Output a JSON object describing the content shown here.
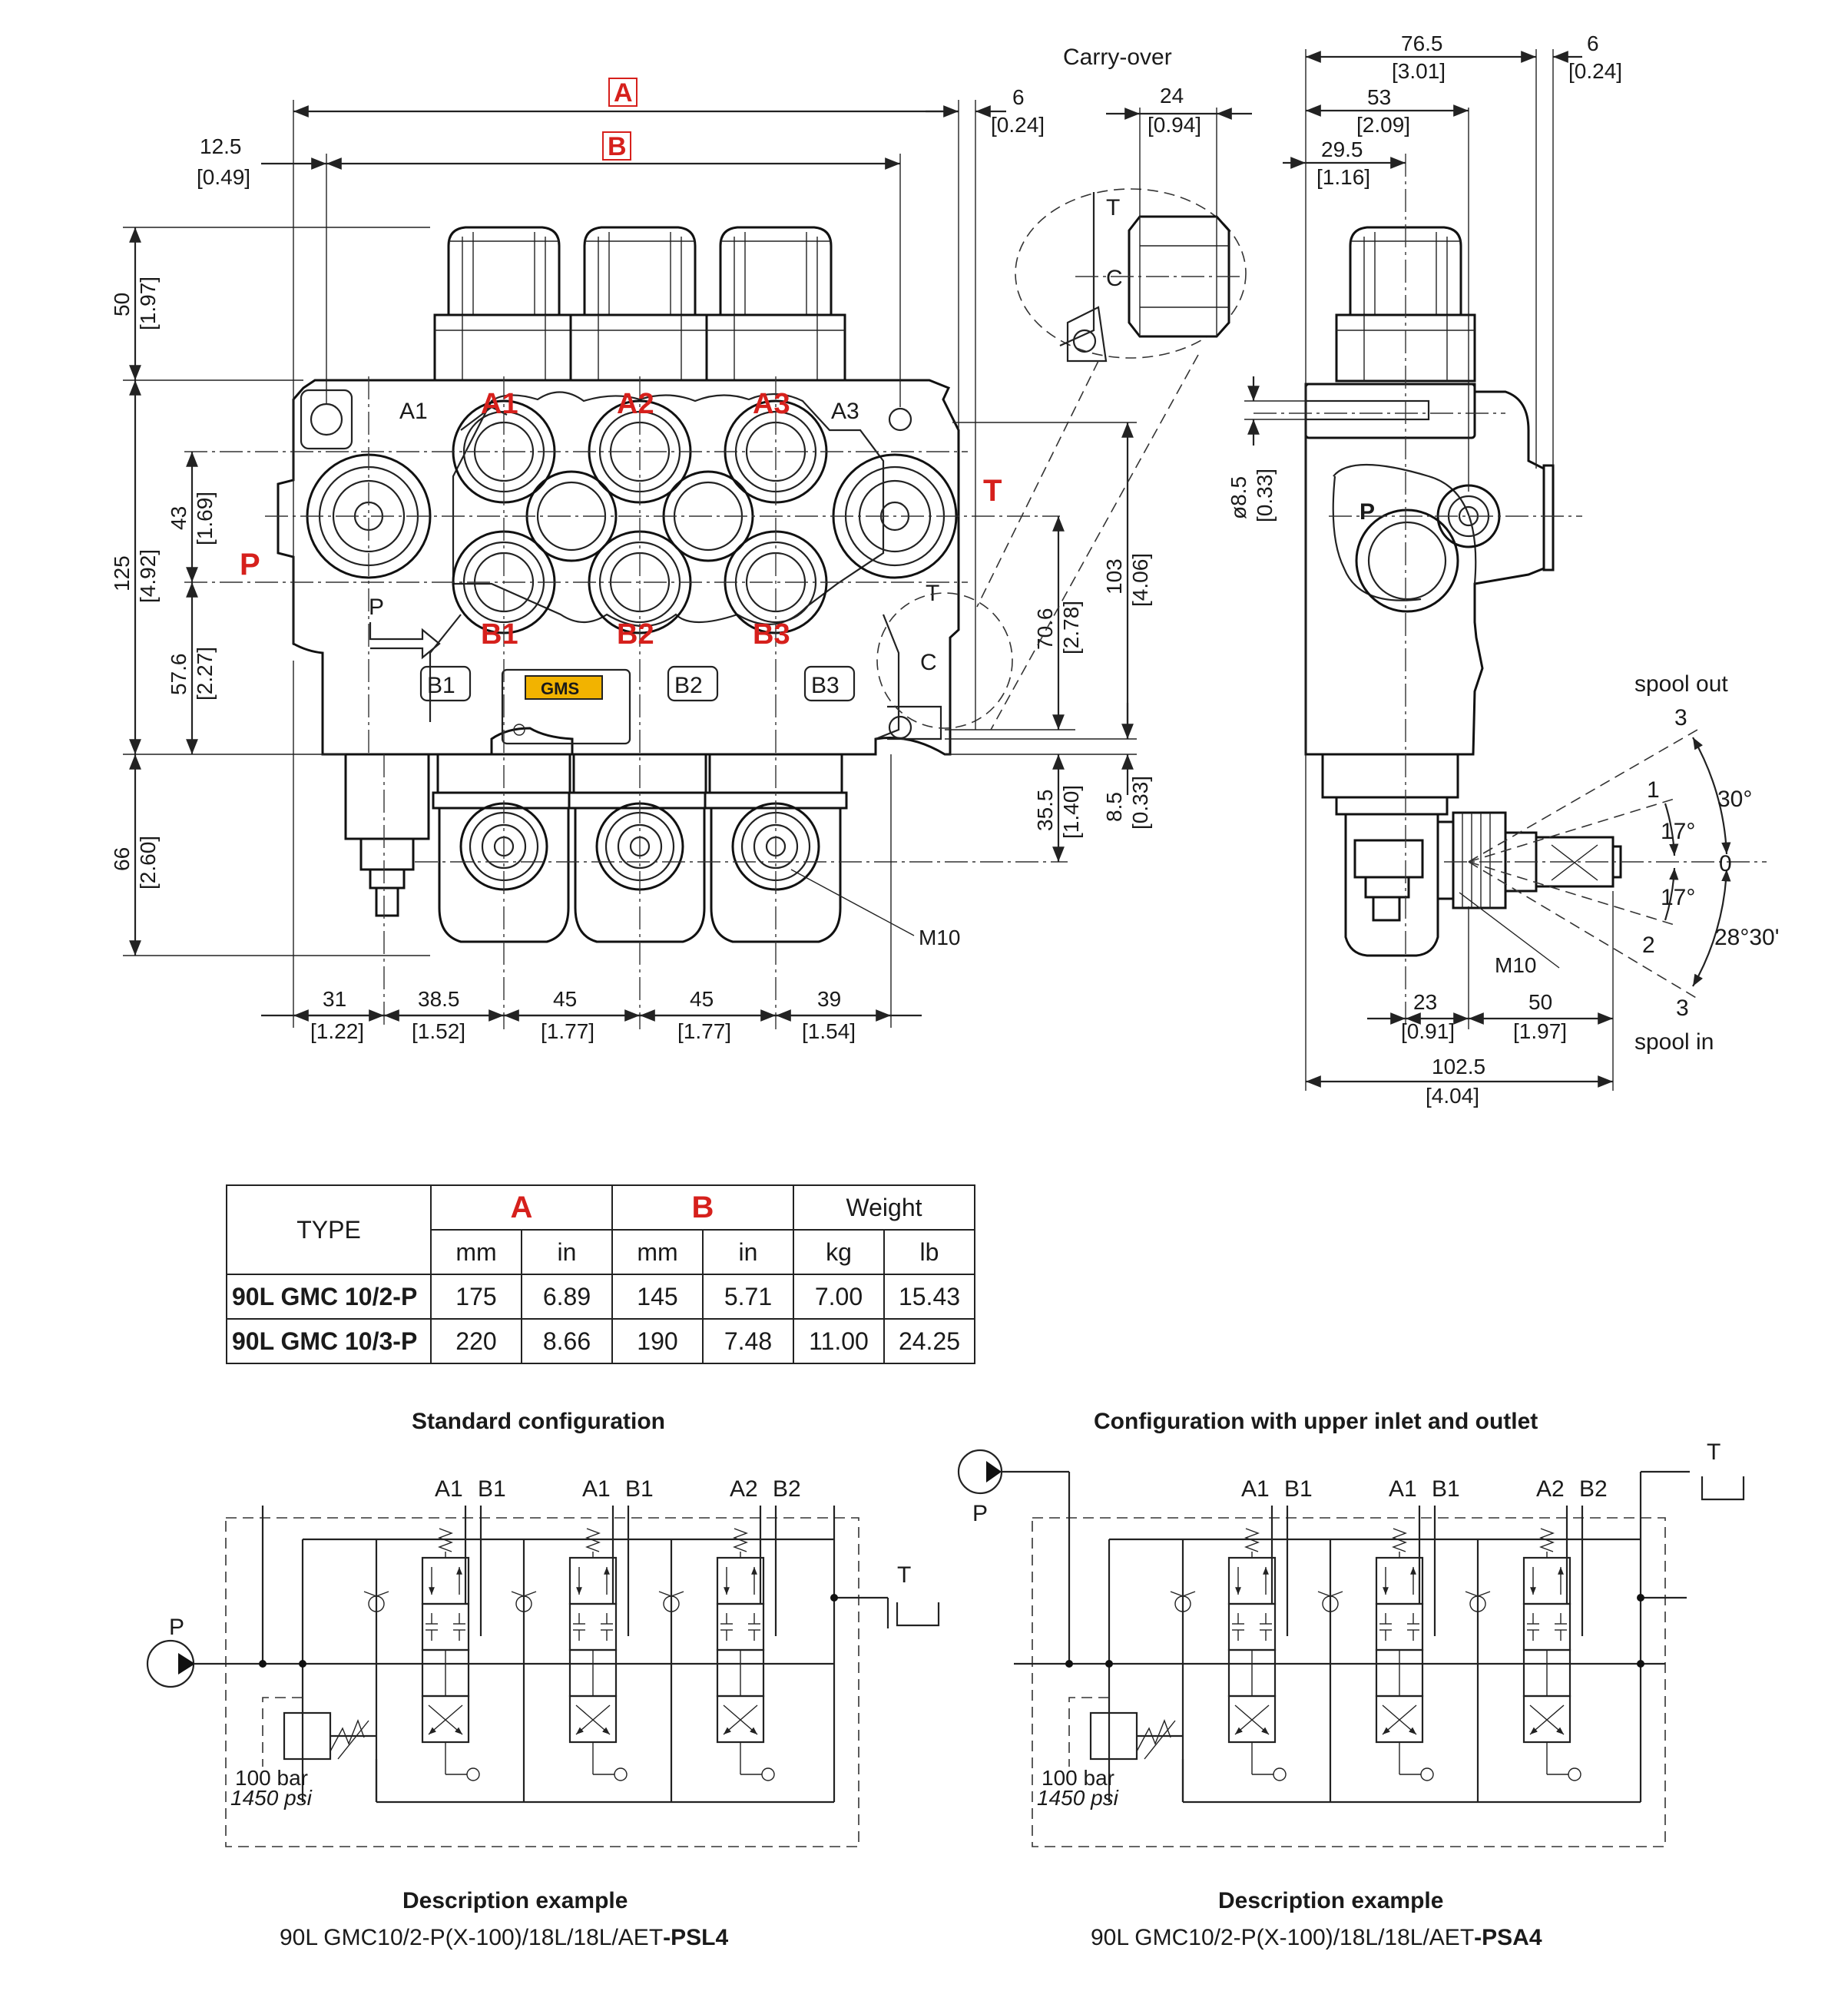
{
  "front_view": {
    "dim_A": "A",
    "dim_B": "B",
    "dim_6_top": "6",
    "dim_6_top_in": "[0.24]",
    "dim_12_5": "12.5",
    "dim_12_5_in": "[0.49]",
    "dim_50": "50",
    "dim_50_in": "[1.97]",
    "dim_125": "125",
    "dim_125_in": "[4.92]",
    "dim_43": "43",
    "dim_43_in": "[1.69]",
    "dim_57_6": "57.6",
    "dim_57_6_in": "[2.27]",
    "dim_66": "66",
    "dim_66_in": "[2.60]",
    "dim_103": "103",
    "dim_103_in": "[4.06]",
    "dim_70_6": "70.6",
    "dim_70_6_in": "[2.78]",
    "dim_35_5": "35.5",
    "dim_35_5_in": "[1.40]",
    "dim_8_5": "8.5",
    "dim_8_5_in": "[0.33]",
    "m10": "M10",
    "bottom_dims": [
      {
        "mm": "31",
        "in": "[1.22]"
      },
      {
        "mm": "38.5",
        "in": "[1.52]"
      },
      {
        "mm": "45",
        "in": "[1.77]"
      },
      {
        "mm": "45",
        "in": "[1.77]"
      },
      {
        "mm": "39",
        "in": "[1.54]"
      }
    ],
    "ports_top": [
      "A1",
      "A2",
      "A3"
    ],
    "ports_bottom": [
      "B1",
      "B2",
      "B3"
    ],
    "port_P": "P",
    "port_T": "T",
    "cast_A1": "A1",
    "cast_A3": "A3",
    "cast_B1": "B1",
    "cast_B2": "B2",
    "cast_B3": "B3",
    "cast_P": "P",
    "cast_T": "T",
    "cast_C": "C",
    "logo": "GMS"
  },
  "carry_over": {
    "title": "Carry-over",
    "dim_24": "24",
    "dim_24_in": "[0.94]",
    "cast_T": "T",
    "cast_C": "C"
  },
  "side_view": {
    "dim_76_5": "76.5",
    "dim_76_5_in": "[3.01]",
    "dim_6": "6",
    "dim_6_in": "[0.24]",
    "dim_53": "53",
    "dim_53_in": "[2.09]",
    "dim_29_5": "29.5",
    "dim_29_5_in": "[1.16]",
    "dim_d8_5": "ø8.5",
    "dim_d8_5_in": "[0.33]",
    "port_P": "P",
    "spool_out": "spool out",
    "spool_in": "spool in",
    "pos_3_top": "3",
    "pos_1": "1",
    "pos_0": "0",
    "pos_2": "2",
    "pos_3_bottom": "3",
    "angle_30": "30°",
    "angle_17_top": "17°",
    "angle_17_bottom": "17°",
    "angle_28_30": "28°30'",
    "m10": "M10",
    "dim_23": "23",
    "dim_23_in": "[0.91]",
    "dim_50": "50",
    "dim_50_in": "[1.97]",
    "dim_102_5": "102.5",
    "dim_102_5_in": "[4.04]"
  },
  "table": {
    "type_header": "TYPE",
    "col_A": "A",
    "col_B": "B",
    "col_weight": "Weight",
    "unit_mm": "mm",
    "unit_in": "in",
    "unit_kg": "kg",
    "unit_lb": "lb",
    "rows": [
      {
        "type": "90L GMC 10/2-P",
        "a_mm": "175",
        "a_in": "6.89",
        "b_mm": "145",
        "b_in": "5.71",
        "kg": "7.00",
        "lb": "15.43"
      },
      {
        "type": "90L GMC 10/3-P",
        "a_mm": "220",
        "a_in": "8.66",
        "b_mm": "190",
        "b_in": "7.48",
        "kg": "11.00",
        "lb": "24.25"
      }
    ]
  },
  "schematic_standard": {
    "title": "Standard configuration",
    "port_labels": [
      "A1",
      "B1",
      "A1",
      "B1",
      "A2",
      "B2"
    ],
    "port_P": "P",
    "port_T": "T",
    "relief_bar": "100 bar",
    "relief_psi": "1450 psi",
    "desc_title": "Description example",
    "desc_code": "90L GMC10/2-P(X-100)/18L/18L/AET",
    "desc_suffix": "-PSL4"
  },
  "schematic_upper": {
    "title": "Configuration with upper inlet and outlet",
    "port_labels": [
      "A1",
      "B1",
      "A1",
      "B1",
      "A2",
      "B2"
    ],
    "port_P": "P",
    "port_T": "T",
    "relief_bar": "100 bar",
    "relief_psi": "1450 psi",
    "desc_title": "Description example",
    "desc_code": "90L GMC10/2-P(X-100)/18L/18L/AET",
    "desc_suffix": "-PSA4"
  }
}
